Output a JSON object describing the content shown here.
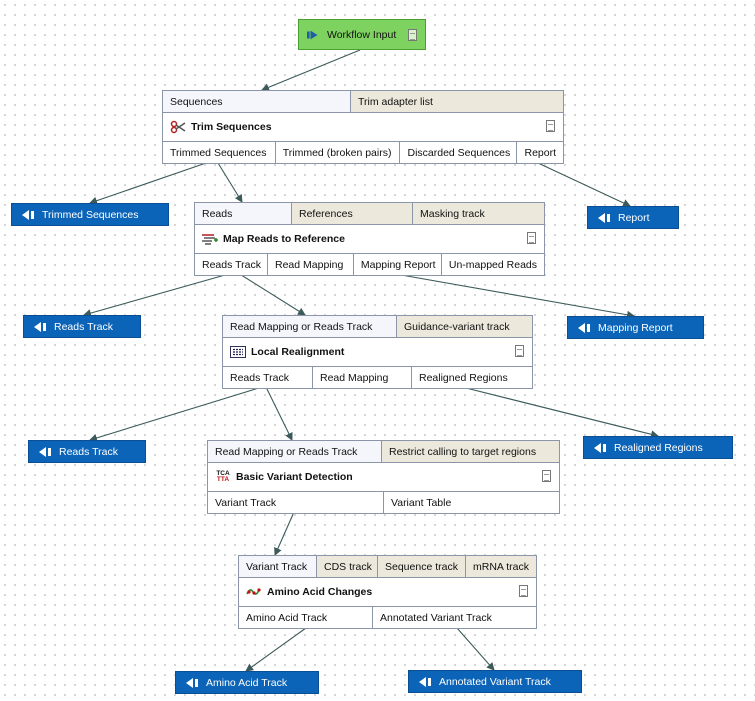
{
  "workflow_input": {
    "label": "Workflow Input"
  },
  "nodes": [
    {
      "title": "Trim Sequences",
      "icon": "scissors-icon",
      "inputs": [
        {
          "label": "Sequences",
          "optional": false
        },
        {
          "label": "Trim adapter list",
          "optional": true
        }
      ],
      "outputs": [
        "Trimmed Sequences",
        "Trimmed (broken pairs)",
        "Discarded Sequences",
        "Report"
      ]
    },
    {
      "title": "Map Reads to Reference",
      "icon": "map-reads-icon",
      "inputs": [
        {
          "label": "Reads",
          "optional": false
        },
        {
          "label": "References",
          "optional": true
        },
        {
          "label": "Masking track",
          "optional": true
        }
      ],
      "outputs": [
        "Reads Track",
        "Read Mapping",
        "Mapping Report",
        "Un-mapped Reads"
      ]
    },
    {
      "title": "Local Realignment",
      "icon": "realignment-icon",
      "inputs": [
        {
          "label": "Read Mapping or Reads Track",
          "optional": false
        },
        {
          "label": "Guidance-variant track",
          "optional": true
        }
      ],
      "outputs": [
        "Reads Track",
        "Read Mapping",
        "Realigned Regions"
      ]
    },
    {
      "title": "Basic Variant Detection",
      "icon": "variant-detection-icon",
      "icon_text_top": "TCA",
      "icon_text_bottom": "TTA",
      "inputs": [
        {
          "label": "Read Mapping or Reads Track",
          "optional": false
        },
        {
          "label": "Restrict calling to target regions",
          "optional": true
        }
      ],
      "outputs": [
        "Variant Track",
        "Variant Table"
      ]
    },
    {
      "title": "Amino Acid Changes",
      "icon": "amino-acid-icon",
      "inputs": [
        {
          "label": "Variant Track",
          "optional": false
        },
        {
          "label": "CDS track",
          "optional": true
        },
        {
          "label": "Sequence track",
          "optional": true
        },
        {
          "label": "mRNA track",
          "optional": true
        }
      ],
      "outputs": [
        "Amino Acid Track",
        "Annotated Variant Track"
      ]
    }
  ],
  "workflow_outputs": [
    "Trimmed Sequences",
    "Report",
    "Reads Track",
    "Mapping Report",
    "Reads Track",
    "Realigned Regions",
    "Amino Acid Track",
    "Annotated Variant Track"
  ],
  "colors": {
    "workflow_input": "#7ed25f",
    "output_box": "#0b64b8",
    "optional_input": "#ece8dc",
    "main_input": "#f4f6fc",
    "edge": "#3c5a5a"
  }
}
